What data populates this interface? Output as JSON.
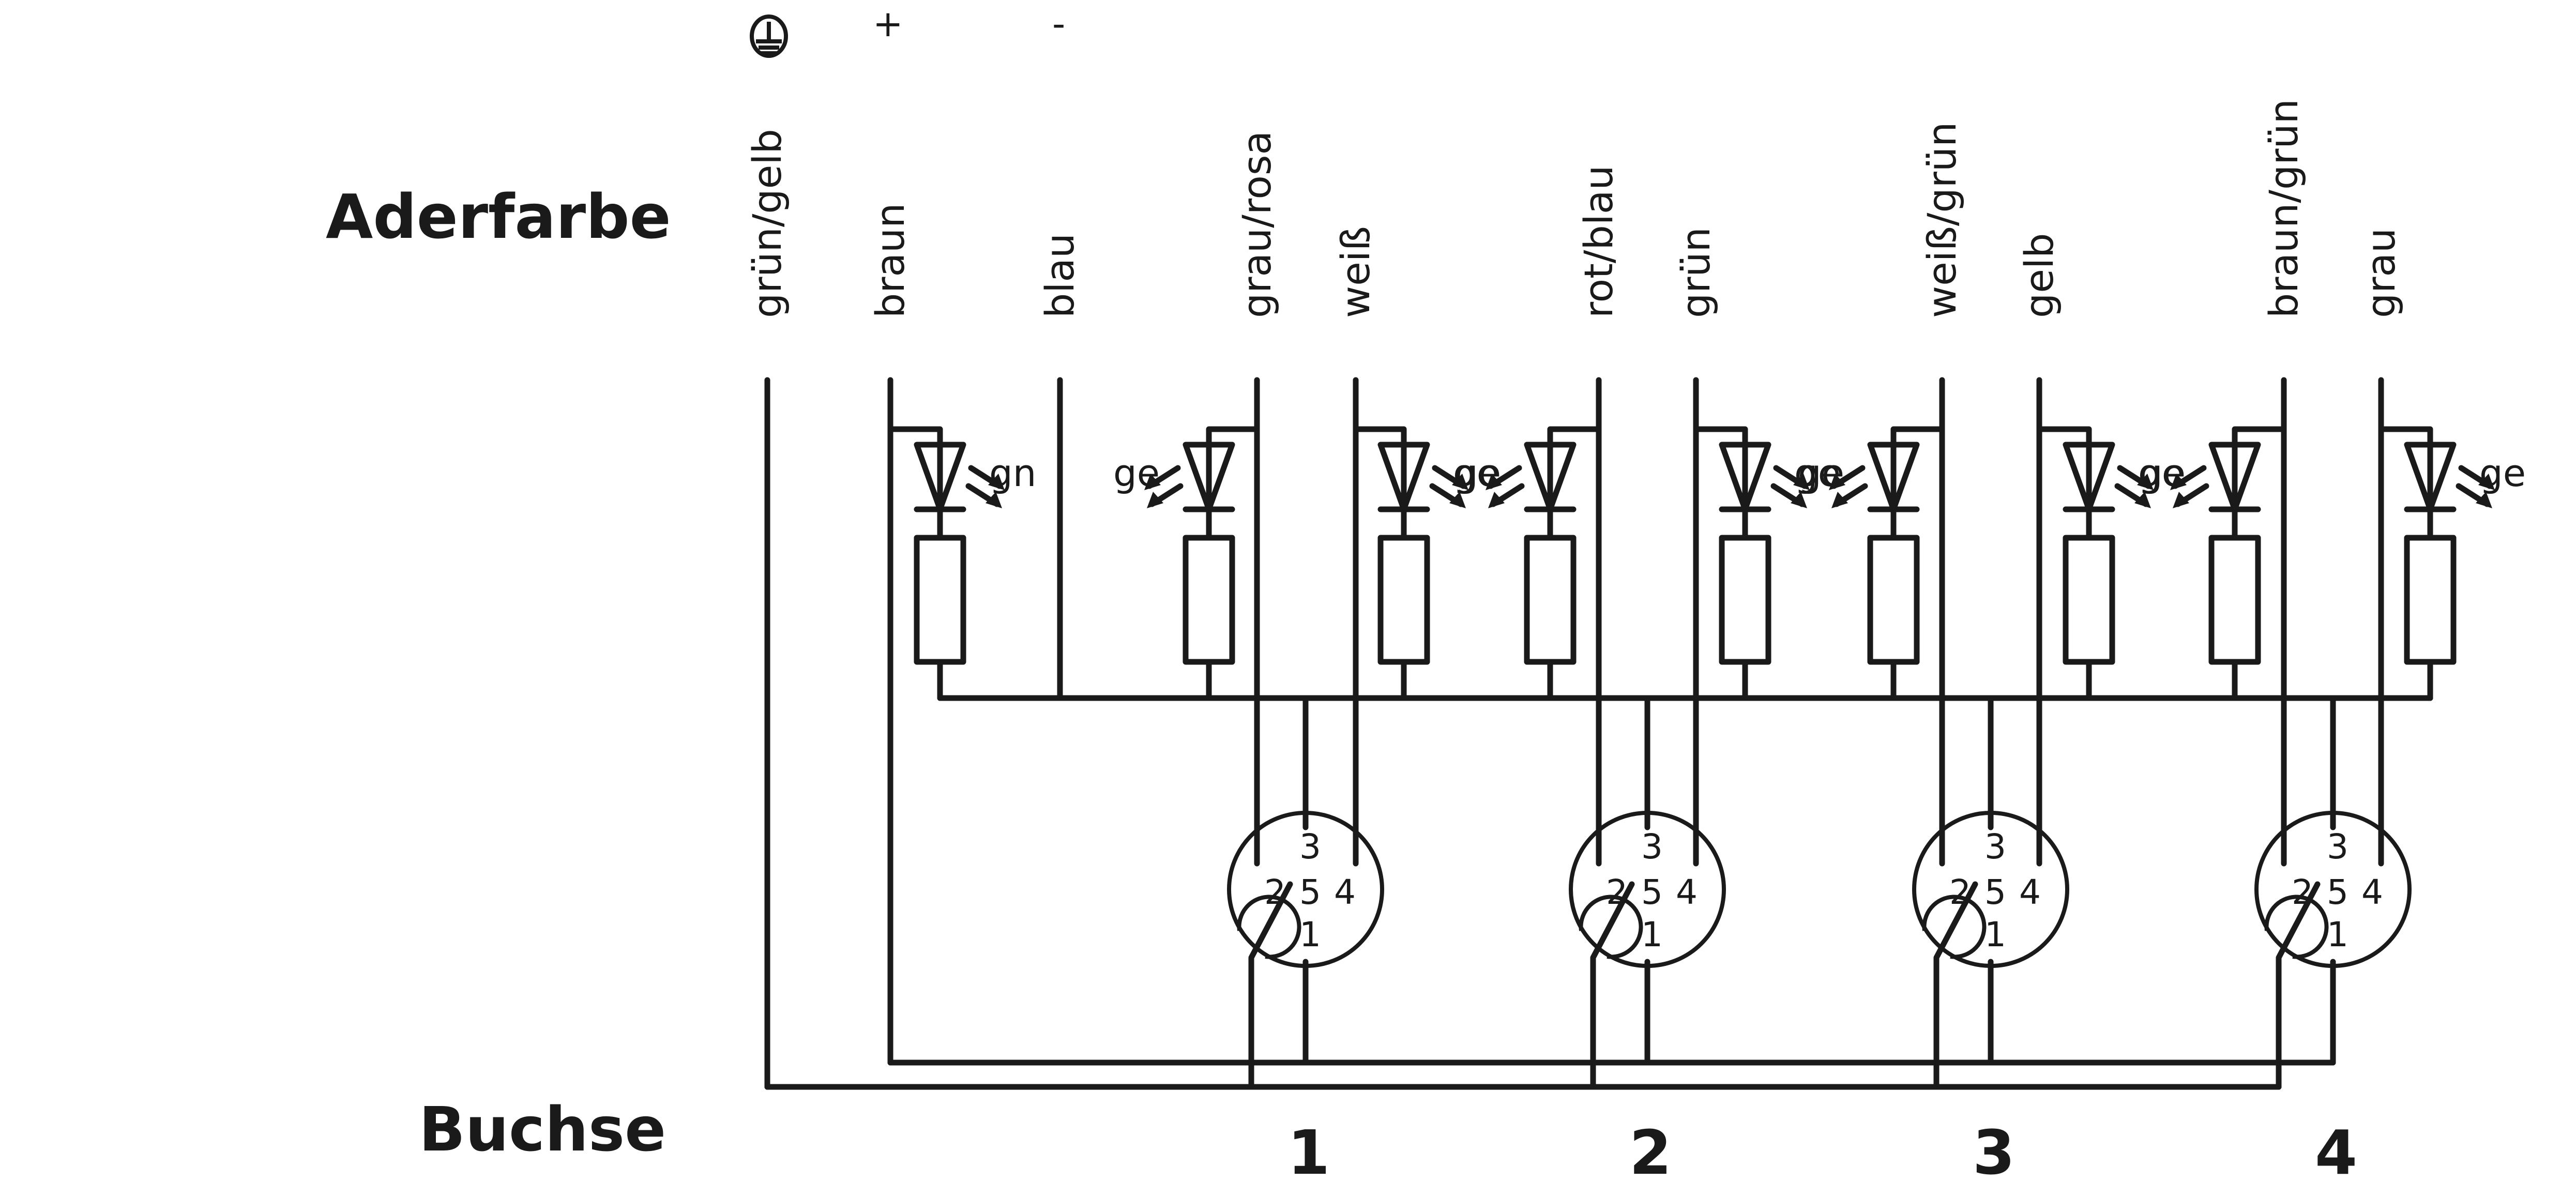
{
  "headings": {
    "wire_color_label": "Aderfarbe",
    "socket_label": "Buchse"
  },
  "symbols": {
    "ground": "protective-earth-icon",
    "plus": "+",
    "minus": "-"
  },
  "wires": [
    {
      "label": "grün/gelb"
    },
    {
      "label": "braun"
    },
    {
      "label": "blau"
    },
    {
      "label": "grau/rosa"
    },
    {
      "label": "weiß"
    },
    {
      "label": "rot/blau"
    },
    {
      "label": "grün"
    },
    {
      "label": "weiß/grün"
    },
    {
      "label": "gelb"
    },
    {
      "label": "braun/grün"
    },
    {
      "label": "grau"
    }
  ],
  "leds": [
    {
      "color_label": "gn"
    },
    {
      "color_label": "ge"
    },
    {
      "color_label": "ge"
    },
    {
      "color_label": "ge"
    },
    {
      "color_label": "ge"
    },
    {
      "color_label": "ge"
    },
    {
      "color_label": "ge"
    },
    {
      "color_label": "ge"
    },
    {
      "color_label": "ge"
    }
  ],
  "sockets": [
    {
      "number": "1",
      "pins": [
        "1",
        "2",
        "3",
        "4",
        "5"
      ]
    },
    {
      "number": "2",
      "pins": [
        "1",
        "2",
        "3",
        "4",
        "5"
      ]
    },
    {
      "number": "3",
      "pins": [
        "1",
        "2",
        "3",
        "4",
        "5"
      ]
    },
    {
      "number": "4",
      "pins": [
        "1",
        "2",
        "3",
        "4",
        "5"
      ]
    }
  ]
}
